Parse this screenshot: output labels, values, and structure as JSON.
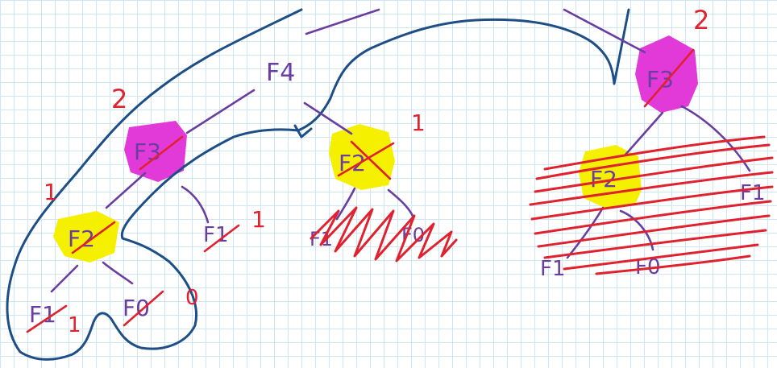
{
  "colors": {
    "ink_purple": "#6a3ea1",
    "ink_red": "#e0212e",
    "ink_blue": "#1d4f86",
    "highlight_yellow": "#f4f000",
    "highlight_magenta": "#e23ad8",
    "grid": "#cfe6f5"
  },
  "left_tree": {
    "root": "F4",
    "memo_node": "F3",
    "memo_node_count": "2",
    "f2": "F2",
    "f2_count": "1",
    "f1_right": "F1",
    "f1_right_count": "1",
    "leaf_f1": "F1",
    "leaf_f1_count": "1",
    "leaf_f0": "F0",
    "leaf_f0_count": "0"
  },
  "middle_tree": {
    "node": "F2",
    "count": "1",
    "leaf_f1": "F1",
    "leaf_f0": "F0"
  },
  "right_tree": {
    "node": "F3",
    "count": "2",
    "f2": "F2",
    "f1": "F1",
    "leaf_f1": "F1",
    "leaf_f0": "F0"
  }
}
